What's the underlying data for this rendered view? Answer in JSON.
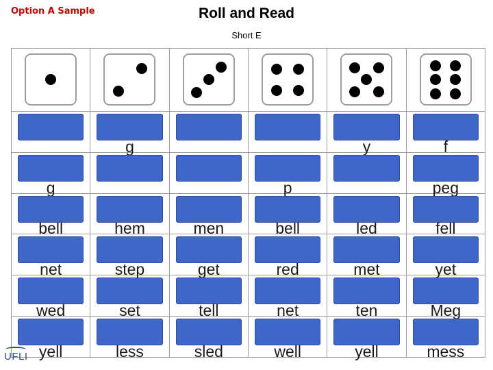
{
  "header": {
    "tag": "Option A Sample",
    "title": "Roll and Read",
    "subtitle": "Short E"
  },
  "dice": [
    {
      "face": 1,
      "icon": "die-one-icon"
    },
    {
      "face": 2,
      "icon": "die-two-icon"
    },
    {
      "face": 3,
      "icon": "die-three-icon"
    },
    {
      "face": 4,
      "icon": "die-four-icon"
    },
    {
      "face": 5,
      "icon": "die-five-icon"
    },
    {
      "face": 6,
      "icon": "die-six-icon"
    }
  ],
  "words": [
    [
      "",
      "g",
      "",
      "",
      "y",
      "f"
    ],
    [
      "g",
      "",
      "",
      "p",
      "",
      "peg"
    ],
    [
      "bell",
      "hem",
      "men",
      "bell",
      "led",
      "fell"
    ],
    [
      "net",
      "step",
      "get",
      "red",
      "met",
      "yet"
    ],
    [
      "wed",
      "set",
      "tell",
      "net",
      "ten",
      "Meg"
    ],
    [
      "yell",
      "less",
      "sled",
      "well",
      "yell",
      "mess"
    ]
  ],
  "cover_color": "#3f66c8",
  "footer": {
    "logo": "UFLI"
  }
}
